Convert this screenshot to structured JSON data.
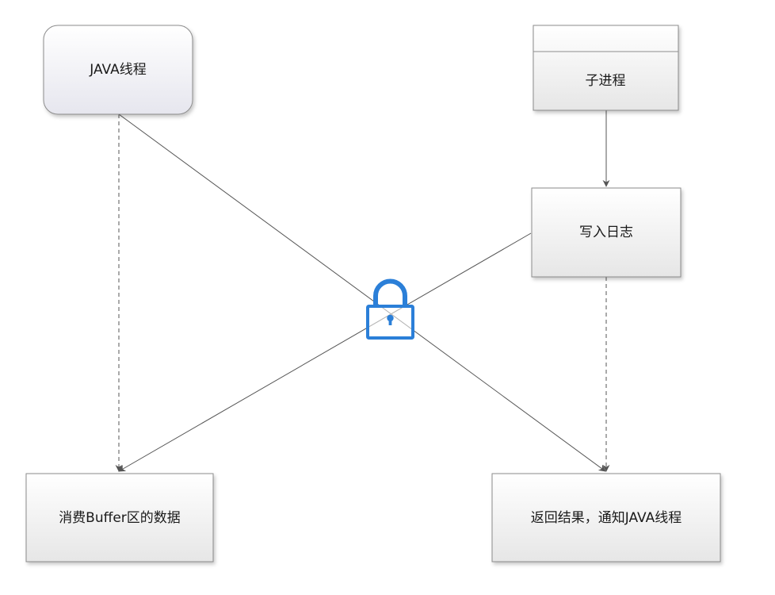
{
  "nodes": {
    "java_thread": {
      "label": "JAVA线程"
    },
    "child_process": {
      "label": "子进程"
    },
    "write_log": {
      "label": "写入日志"
    },
    "consume_buffer": {
      "label": "消费Buffer区的数据"
    },
    "return_result": {
      "label": "返回结果，通知JAVA线程"
    }
  },
  "icons": {
    "lock": "lock-icon"
  },
  "colors": {
    "node_fill_top": "#ffffff",
    "node_fill_bottom": "#e6e6e6",
    "rounded_node_fill_top": "#ffffff",
    "rounded_node_fill_bottom": "#e6e6ee",
    "node_stroke": "#8c8c8c",
    "edge_stroke": "#555555",
    "lock_blue": "#2b7fd8"
  }
}
